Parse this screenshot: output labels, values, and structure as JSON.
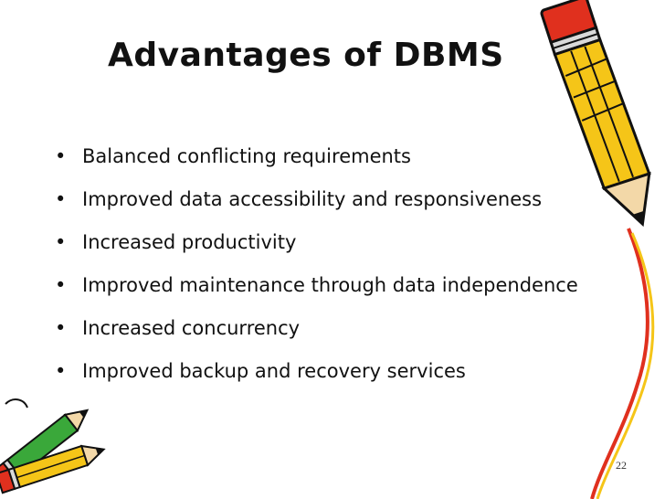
{
  "slide": {
    "title": "Advantages of DBMS",
    "bullets": [
      "Balanced conflicting requirements",
      "Improved data accessibility and responsiveness",
      "Increased productivity",
      "Improved maintenance through data independence",
      "Increased concurrency",
      "Improved backup and recovery services"
    ],
    "bullet_symbol": "•",
    "page_number": "22"
  },
  "decorations": {
    "right": "pencil-icon",
    "left": "pencils-icon"
  },
  "colors": {
    "pencil_yellow": "#f5c518",
    "pencil_red": "#e0301e",
    "pencil_green": "#3aa83a",
    "outline": "#111111"
  }
}
